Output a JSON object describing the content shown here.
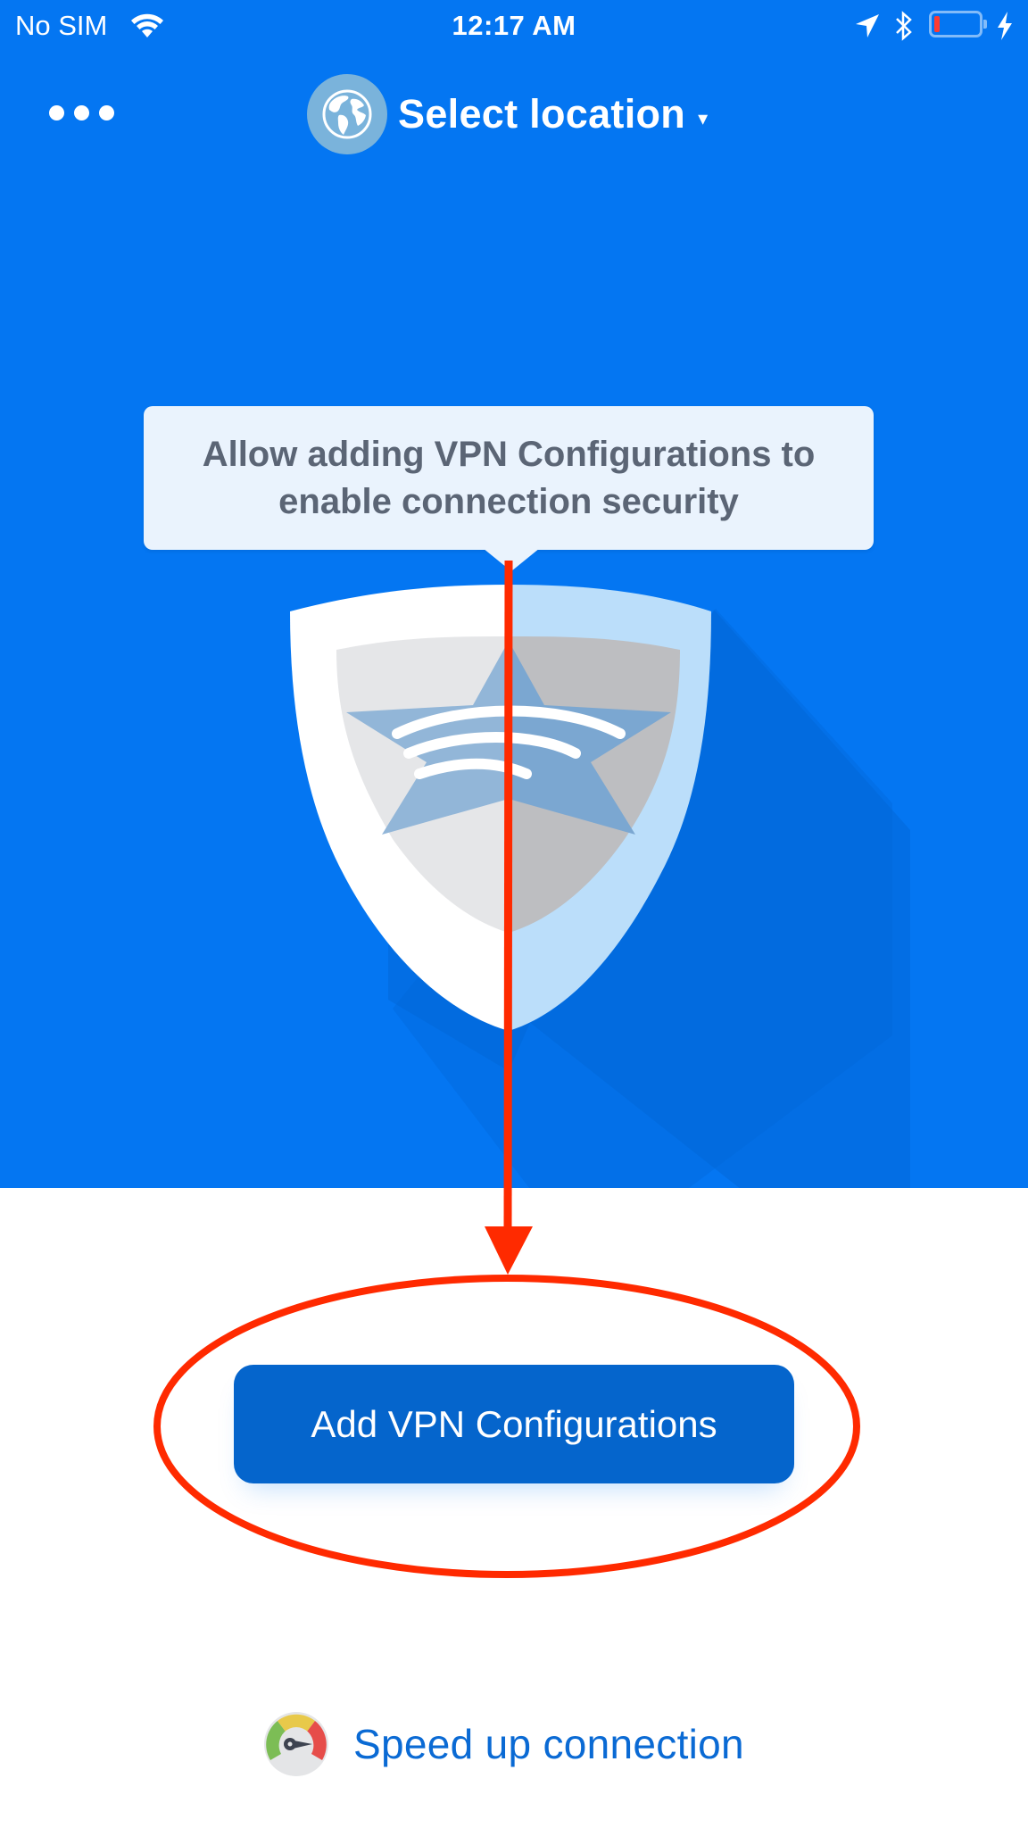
{
  "status_bar": {
    "carrier": "No SIM",
    "time": "12:17 AM",
    "icons": [
      "wifi-icon",
      "location-arrow-icon",
      "bluetooth-icon",
      "battery-low-icon",
      "charging-bolt-icon"
    ],
    "battery_color": "#ff3b30"
  },
  "header": {
    "menu_icon": "more-dots-icon",
    "location_icon": "globe-icon",
    "location_label": "Select location",
    "caret": "▾"
  },
  "hero": {
    "background_color": "#0476f2",
    "tooltip_text": "Allow adding VPN Configurations to enable connection security",
    "illustration": "shield-star-wifi-icon"
  },
  "actions": {
    "primary_button_label": "Add VPN Configurations",
    "primary_button_color": "#0565cc",
    "secondary_link_label": "Speed up connection",
    "secondary_link_icon": "speedometer-icon",
    "secondary_link_color": "#0a6ad4"
  },
  "annotation": {
    "type": "red-arrow-and-ellipse",
    "color": "#ff2a00",
    "target": "Add VPN Configurations"
  }
}
